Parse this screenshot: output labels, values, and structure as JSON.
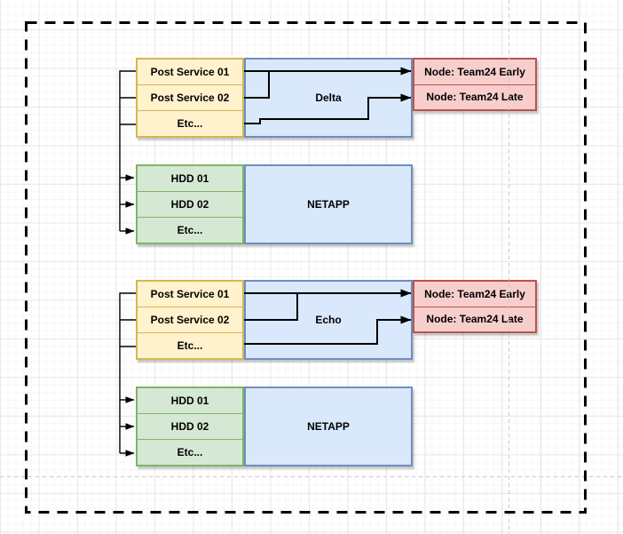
{
  "diagram": {
    "groups": [
      {
        "services": [
          "Post Service 01",
          "Post Service 02",
          "Etc..."
        ],
        "cluster": "Delta",
        "nodes": [
          "Node: Team24 Early",
          "Node: Team24 Late"
        ],
        "disks": [
          "HDD 01",
          "HDD 02",
          "Etc..."
        ],
        "storage": "NETAPP"
      },
      {
        "services": [
          "Post Service 01",
          "Post Service 02",
          "Etc..."
        ],
        "cluster": "Echo",
        "nodes": [
          "Node: Team24 Early",
          "Node: Team24 Late"
        ],
        "disks": [
          "HDD 01",
          "HDD 02",
          "Etc..."
        ],
        "storage": "NETAPP"
      }
    ],
    "colors": {
      "service_fill": "#FFF2CC",
      "service_stroke": "#D6B656",
      "cluster_fill": "#DAE8FC",
      "cluster_stroke": "#6C8EBF",
      "node_fill": "#F8CECC",
      "node_stroke": "#B85450",
      "disk_fill": "#D5E8D4",
      "disk_stroke": "#82B366",
      "connector": "#000000",
      "boundary": "#000000",
      "page_break": "#cccccc"
    }
  }
}
